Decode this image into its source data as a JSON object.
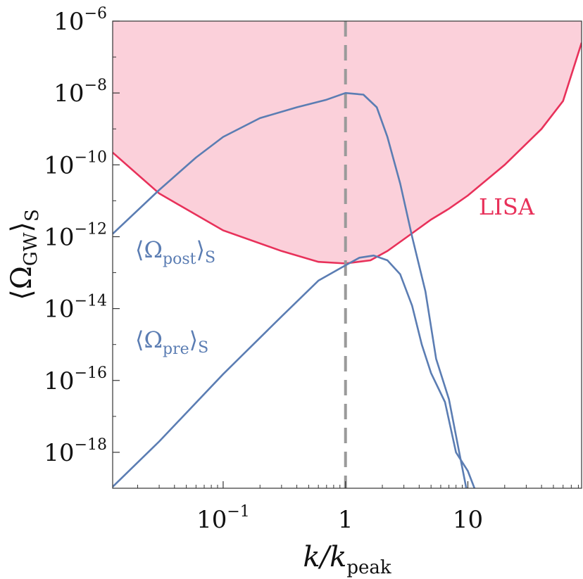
{
  "chart_data": {
    "type": "line",
    "xscale": "log",
    "yscale": "log",
    "xlim": [
      0.0125,
      85
    ],
    "ylim": [
      1e-19,
      1e-06
    ],
    "xlabel": {
      "main": "k/k",
      "sub": "peak"
    },
    "ylabel": {
      "main": "⟨Ω",
      "sub": "GW",
      "close": "⟩",
      "outer_sub": "S"
    },
    "x_ticks": [
      {
        "value": 0.1,
        "base": "10",
        "exp": "−1"
      },
      {
        "value": 1,
        "base": "1",
        "exp": ""
      },
      {
        "value": 10,
        "base": "10",
        "exp": ""
      }
    ],
    "y_ticks": [
      {
        "value": 1e-06,
        "base": "10",
        "exp": "−6"
      },
      {
        "value": 1e-08,
        "base": "10",
        "exp": "−8"
      },
      {
        "value": 1e-10,
        "base": "10",
        "exp": "−10"
      },
      {
        "value": 1e-12,
        "base": "10",
        "exp": "−12"
      },
      {
        "value": 1e-14,
        "base": "10",
        "exp": "−14"
      },
      {
        "value": 1e-16,
        "base": "10",
        "exp": "−16"
      },
      {
        "value": 1e-18,
        "base": "10",
        "exp": "−18"
      }
    ],
    "reference_line": {
      "x": 1,
      "style": "dashed",
      "color": "#9a9a9a"
    },
    "series": [
      {
        "name": "LISA",
        "kind": "sensitivity-region",
        "color": "#e8315a",
        "fill": "#fbd0da",
        "label": {
          "text": "LISA"
        },
        "points": [
          [
            0.0125,
            2.2e-10
          ],
          [
            0.03,
            1.6e-11
          ],
          [
            0.1,
            1.5e-12
          ],
          [
            0.3,
            4e-13
          ],
          [
            0.6,
            2e-13
          ],
          [
            1.0,
            1.8e-13
          ],
          [
            1.6,
            2.2e-13
          ],
          [
            2.2,
            4e-13
          ],
          [
            3.2,
            1e-12
          ],
          [
            5,
            3e-12
          ],
          [
            7,
            6e-12
          ],
          [
            10,
            1.4e-11
          ],
          [
            20,
            1e-10
          ],
          [
            40,
            1e-09
          ],
          [
            60,
            6e-09
          ],
          [
            85,
            2.5e-07
          ]
        ]
      },
      {
        "name": "post",
        "kind": "line",
        "color": "#5b7db3",
        "label": {
          "main": "⟨Ω",
          "sub": "post",
          "close": "⟩",
          "outer_sub": "S"
        },
        "points": [
          [
            0.0125,
            1.2e-12
          ],
          [
            0.03,
            2e-11
          ],
          [
            0.06,
            1.6e-10
          ],
          [
            0.1,
            6e-10
          ],
          [
            0.2,
            2e-09
          ],
          [
            0.4,
            4e-09
          ],
          [
            0.7,
            6.5e-09
          ],
          [
            1.0,
            1e-08
          ],
          [
            1.4,
            9e-09
          ],
          [
            1.8,
            4e-09
          ],
          [
            2.2,
            6e-10
          ],
          [
            2.8,
            3e-11
          ],
          [
            3.5,
            1e-12
          ],
          [
            4.5,
            3e-14
          ],
          [
            5.5,
            4e-16
          ],
          [
            7,
            3e-17
          ],
          [
            8.5,
            1e-18
          ],
          [
            10,
            6e-20
          ],
          [
            11,
            2e-20
          ],
          [
            12,
            7e-21
          ]
        ]
      },
      {
        "name": "pre",
        "kind": "line",
        "color": "#5b7db3",
        "label": {
          "main": "⟨Ω",
          "sub": "pre",
          "close": "⟩",
          "outer_sub": "S"
        },
        "points": [
          [
            0.0125,
            1.1e-19
          ],
          [
            0.03,
            2e-18
          ],
          [
            0.1,
            1.5e-16
          ],
          [
            0.3,
            6e-15
          ],
          [
            0.6,
            6e-14
          ],
          [
            1.0,
            1.6e-13
          ],
          [
            1.3,
            2.6e-13
          ],
          [
            1.7,
            3e-13
          ],
          [
            2.2,
            2.2e-13
          ],
          [
            2.8,
            9e-14
          ],
          [
            3.5,
            1.2e-14
          ],
          [
            4.2,
            1e-15
          ],
          [
            5,
            1.6e-16
          ],
          [
            6.5,
            2.5e-17
          ],
          [
            8,
            1e-18
          ],
          [
            10,
            3e-19
          ],
          [
            12,
            6e-20
          ],
          [
            14,
            1e-20
          ],
          [
            15,
            3e-21
          ]
        ]
      }
    ]
  }
}
